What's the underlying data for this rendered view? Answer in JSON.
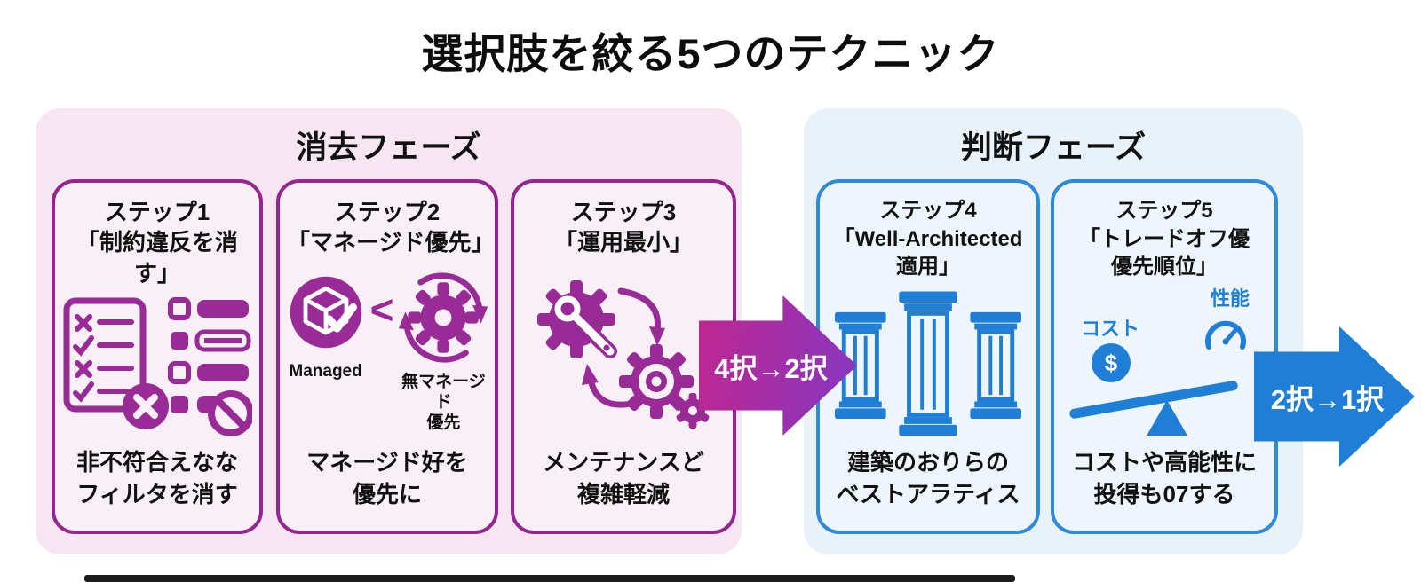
{
  "title": "選択肢を絞る5つのテクニック",
  "phase_left": {
    "title": "消去フェーズ"
  },
  "phase_right": {
    "title": "判断フェーズ"
  },
  "steps": {
    "s1": {
      "title1": "ステップ1",
      "title2": "「制約違反を消す」",
      "cap1": "非不符合えなな",
      "cap2": "フィルタを消す"
    },
    "s2": {
      "title1": "ステップ2",
      "title2": "「マネージド優先」",
      "label_left": "Managed",
      "comparator": "<",
      "label_right1": "無マネージド",
      "label_right2": "優先",
      "cap1": "マネージド好を",
      "cap2": "優先に"
    },
    "s3": {
      "title1": "ステップ3",
      "title2": "「運用最小」",
      "cap1": "メンテナンスど",
      "cap2": "複雑軽減"
    },
    "s4": {
      "title1": "ステップ4",
      "title2": "「Well-Architected",
      "title3": "適用」",
      "cap1": "建築のおりらの",
      "cap2": "ベストアラティス"
    },
    "s5": {
      "title1": "ステップ5",
      "title2": "「トレードオフ優",
      "title3": "優先順位」",
      "label_cost": "コスト",
      "label_perf": "性能",
      "dollar": "$",
      "cap1": "コストや高能性に",
      "cap2": "投得も07する"
    }
  },
  "arrows": {
    "a1": "4択→2択",
    "a2": "2択→1択"
  },
  "colors": {
    "purple": "#992b97",
    "purple_border": "#93278f",
    "blue": "#1f7fd6",
    "blue_border": "#2f8ad9",
    "pink_panel": "#f5e6f1",
    "blue_panel": "#e9f1f9",
    "arrow_gradient_start": "#c0268f",
    "arrow_gradient_end": "#8438c2"
  }
}
